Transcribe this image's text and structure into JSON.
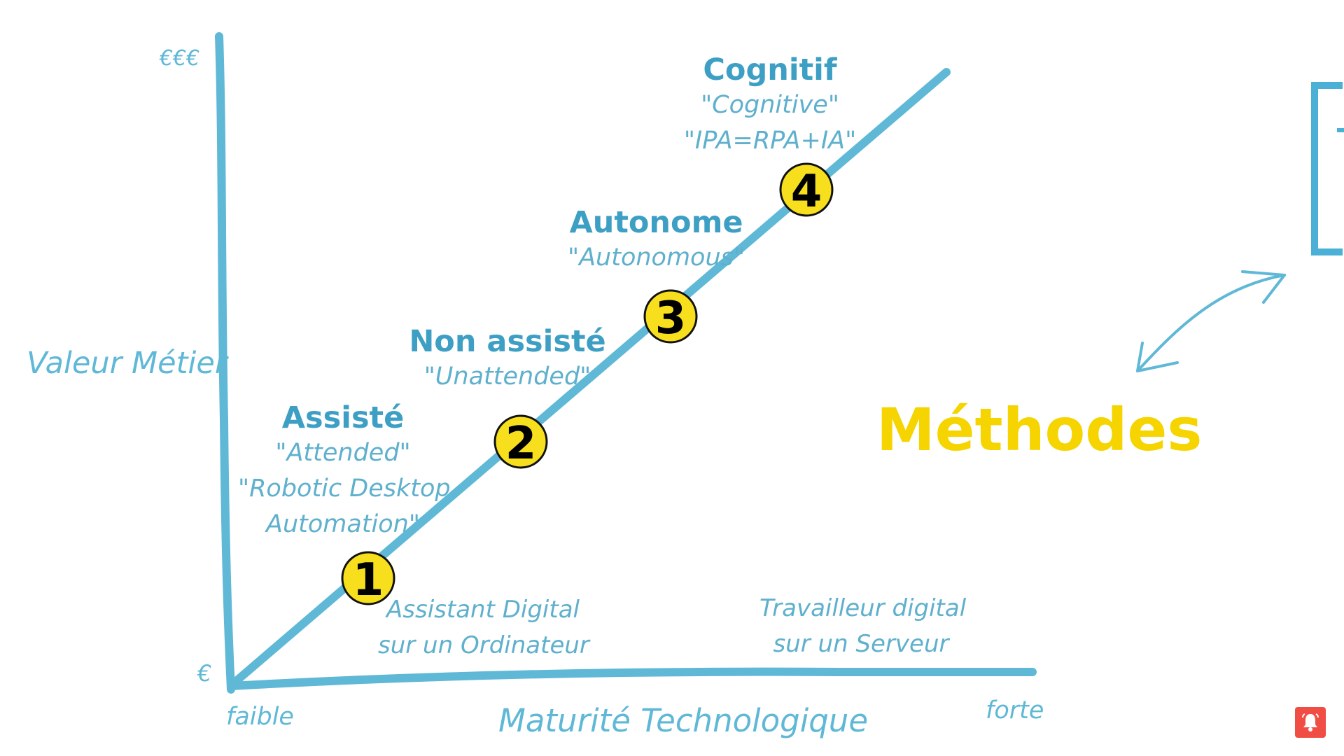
{
  "axes": {
    "y_label": "Valeur Métier",
    "y_top": "€€€",
    "y_bottom": "€",
    "x_label": "Maturité Technologique",
    "x_left": "faible",
    "x_right": "forte"
  },
  "stages": [
    {
      "number": "1",
      "title": "Assisté",
      "subtitle_lines": [
        "\"Attended\"",
        "\"Robotic Desktop",
        "Automation\""
      ]
    },
    {
      "number": "2",
      "title": "Non assisté",
      "subtitle_lines": [
        "\"Unattended\""
      ]
    },
    {
      "number": "3",
      "title": "Autonome",
      "subtitle_lines": [
        "\"Autonomous\""
      ]
    },
    {
      "number": "4",
      "title": "Cognitif",
      "subtitle_lines": [
        "\"Cognitive\"",
        "\"IPA=RPA+IA\""
      ]
    }
  ],
  "notes": {
    "left": [
      "Assistant Digital",
      "sur un Ordinateur"
    ],
    "right": [
      "Travailleur digital",
      "sur un Serveur"
    ]
  },
  "methodes": "Méthodes",
  "icons": [
    "double-arrow-icon",
    "bell-icon"
  ],
  "colors": {
    "line": "#5fb8d6",
    "badge": "#f7df1e",
    "methodes": "#f5d400",
    "title": "#3e9fc4"
  }
}
